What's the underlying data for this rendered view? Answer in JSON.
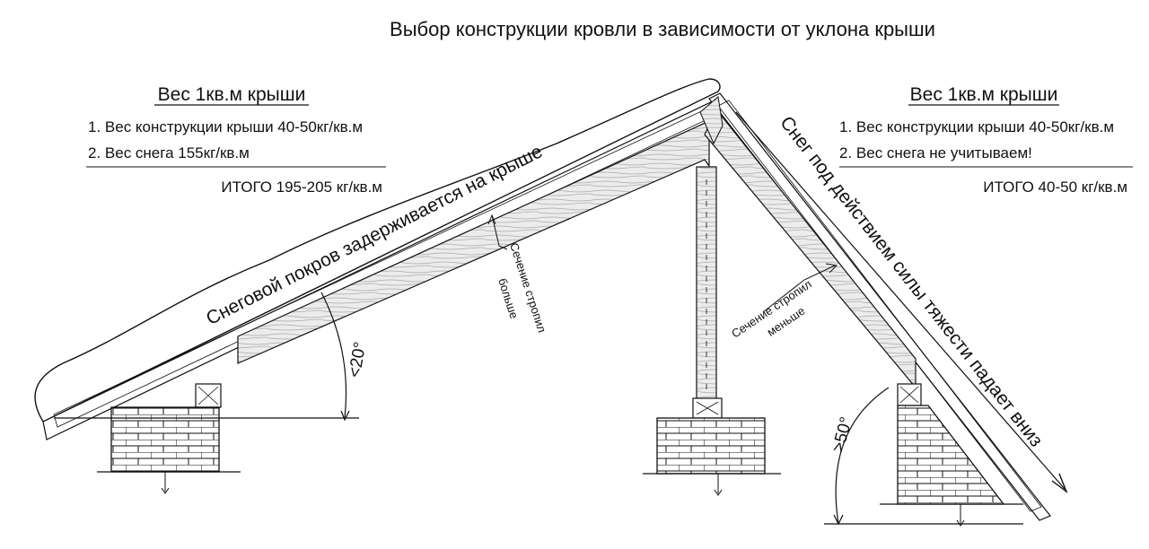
{
  "title": "Выбор конструкции кровли в зависимости от уклона крыши",
  "left_panel": {
    "heading": "Вес 1кв.м крыши",
    "item1": "1. Вес конструкции крыши 40-50кг/кв.м",
    "item2": "2. Вес снега 155кг/кв.м",
    "total": "ИТОГО 195-205 кг/кв.м"
  },
  "right_panel": {
    "heading": "Вес 1кв.м крыши",
    "item1": "1. Вес конструкции крыши 40-50кг/кв.м",
    "item2": "2. Вес снега не учитываем!",
    "total": "ИТОГО 40-50 кг/кв.м"
  },
  "labels": {
    "snow_left": "Снеговой покров задерживается на крыше",
    "snow_right": "Снег под действием силы тяжести падает вниз",
    "section_left_1": "Сечение стропил",
    "section_left_2": "больше",
    "section_right_1": "Сечение стропил",
    "section_right_2": "меньше",
    "angle_left": "<20°",
    "angle_right": ">50°"
  },
  "colors": {
    "line": "#111111",
    "wood": "#d0d0d0",
    "snow": "#ffffff"
  }
}
